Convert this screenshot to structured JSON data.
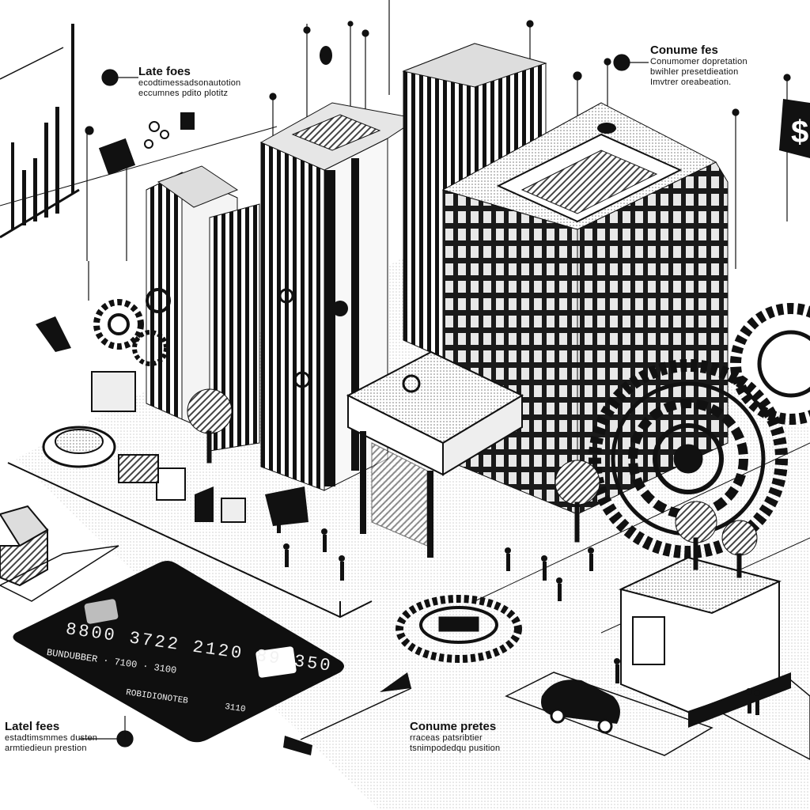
{
  "annotations": {
    "top_left": {
      "title": "Late foes",
      "line1": "ecodtimessadsonautotion",
      "line2": "eccumnes pdito plotitz"
    },
    "top_right": {
      "title": "Conume fes",
      "line1": "Conumomer dopretation",
      "line2": "bwihler presetdieation",
      "line3": "Imvtrer oreabeation."
    },
    "bottom_left": {
      "title": "Latel fees",
      "line1": "estadtimsmmes dusten",
      "line2": "armtiedieun prestion"
    },
    "bottom_center": {
      "title": "Conume pretes",
      "line1": "rraceas patsribtier",
      "line2": "tsnimpodedqu pusition"
    }
  },
  "credit_card": {
    "number": "8800  3722  2120  89  350",
    "holder_line": "BUNDUBBER   ·  7100  ·  3100",
    "footer_left": "ROBIDIONOTEB",
    "footer_right": "3110"
  },
  "colors": {
    "ink": "#111111",
    "paper": "#ffffff",
    "grey": "#cfcfcf",
    "dark": "#1a1a1a"
  }
}
